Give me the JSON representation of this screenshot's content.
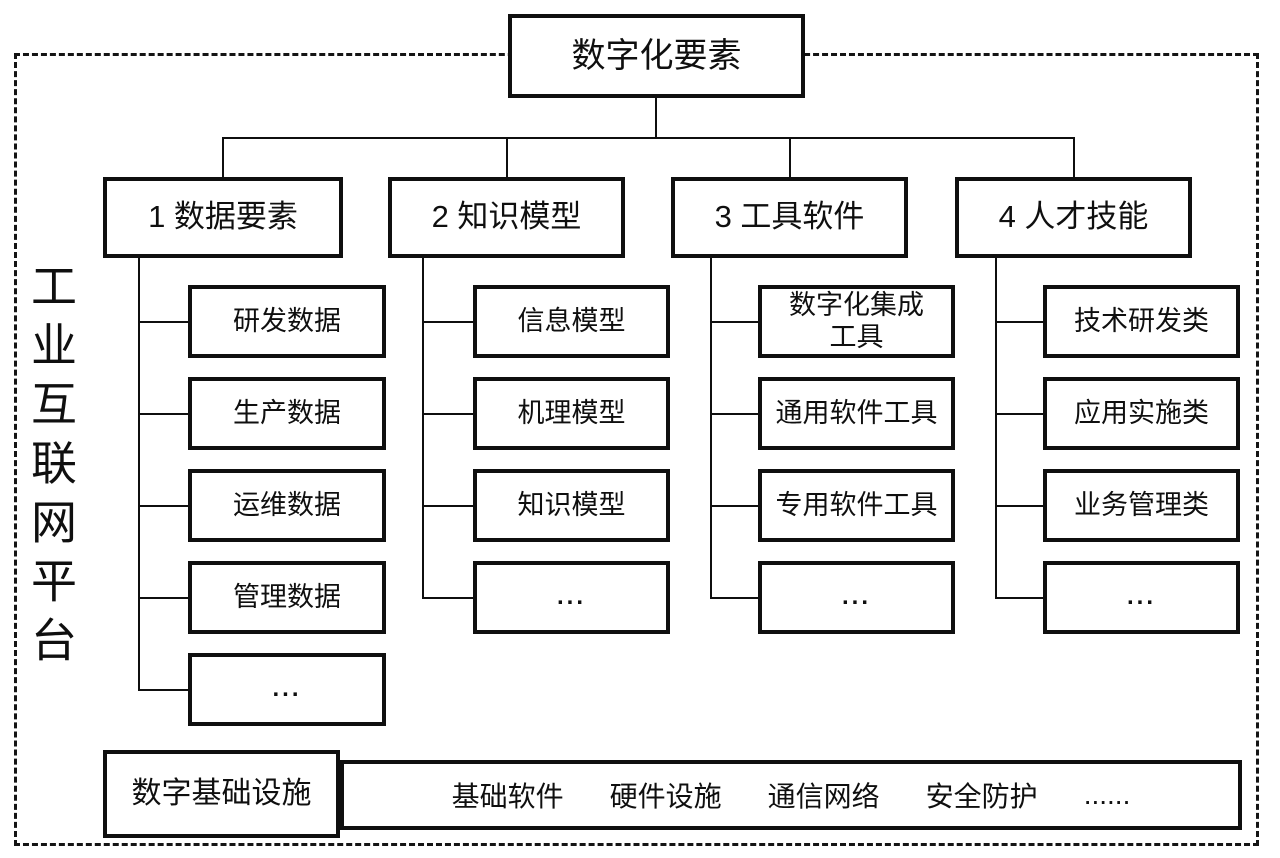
{
  "diagram": {
    "platform_label": "工业互联网平台",
    "root": {
      "label": "数字化要素"
    },
    "columns": [
      {
        "label": "1 数据要素",
        "children": [
          "研发数据",
          "生产数据",
          "运维数据",
          "管理数据",
          "..."
        ]
      },
      {
        "label": "2 知识模型",
        "children": [
          "信息模型",
          "机理模型",
          "知识模型",
          "..."
        ]
      },
      {
        "label": "3 工具软件",
        "children": [
          "数字化集成\n工具",
          "通用软件工具",
          "专用软件工具",
          "..."
        ]
      },
      {
        "label": "4 人才技能",
        "children": [
          "技术研发类",
          "应用实施类",
          "业务管理类",
          "..."
        ]
      }
    ],
    "infrastructure": {
      "label": "数字基础设施",
      "items": [
        "基础软件",
        "硬件设施",
        "通信网络",
        "安全防护",
        "......"
      ]
    },
    "colors": {
      "line": "#0f0f0f",
      "background": "#ffffff",
      "text": "#0f0f0f"
    }
  }
}
